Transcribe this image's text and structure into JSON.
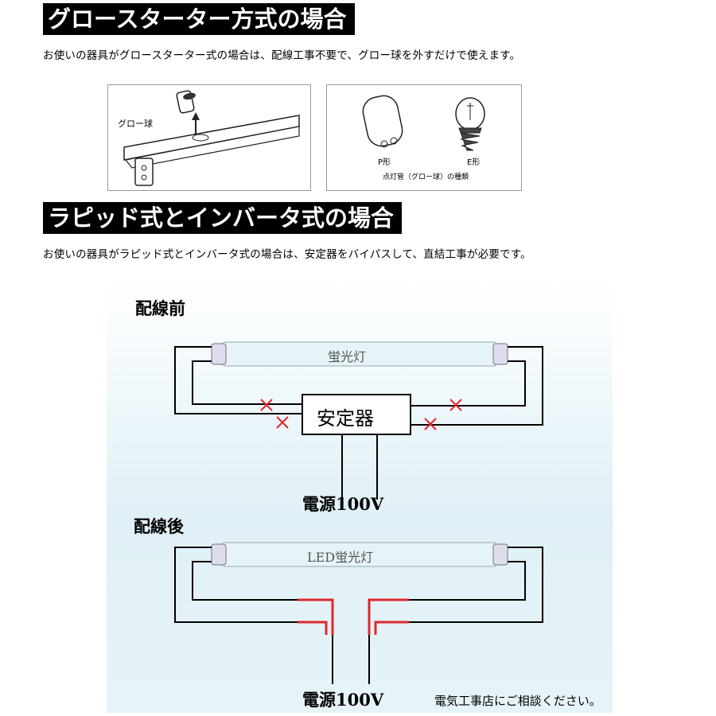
{
  "section1": {
    "title": "グロースターター方式の場合",
    "description": "お使いの器具がグロースターター式の場合は、配線工事不要で、グロー球を外すだけで使えます。",
    "panel_left": {
      "glow_label": "グロー球"
    },
    "panel_right": {
      "p_type": "P形",
      "e_type": "E形",
      "caption": "点灯管（グロー球）の種類"
    }
  },
  "section2": {
    "title": "ラピッド式とインバータ式の場合",
    "description": "お使いの器具がラピッド式とインバータ式の場合は、安定器をバイパスして、直結工事が必要です。"
  },
  "before": {
    "heading": "配線前",
    "tube_label": "蛍光灯",
    "ballast_label": "安定器",
    "power_label": "電源100V"
  },
  "after": {
    "heading": "配線後",
    "tube_label": "LED蛍光灯",
    "power_label": "電源100V"
  },
  "footer_note": "電気工事店にご相談ください。",
  "colors": {
    "cross": "#e0282c",
    "new_wire": "#e0282c",
    "tube_fill": "#e6f4f8",
    "bg_gradient": "#dff0f6"
  }
}
